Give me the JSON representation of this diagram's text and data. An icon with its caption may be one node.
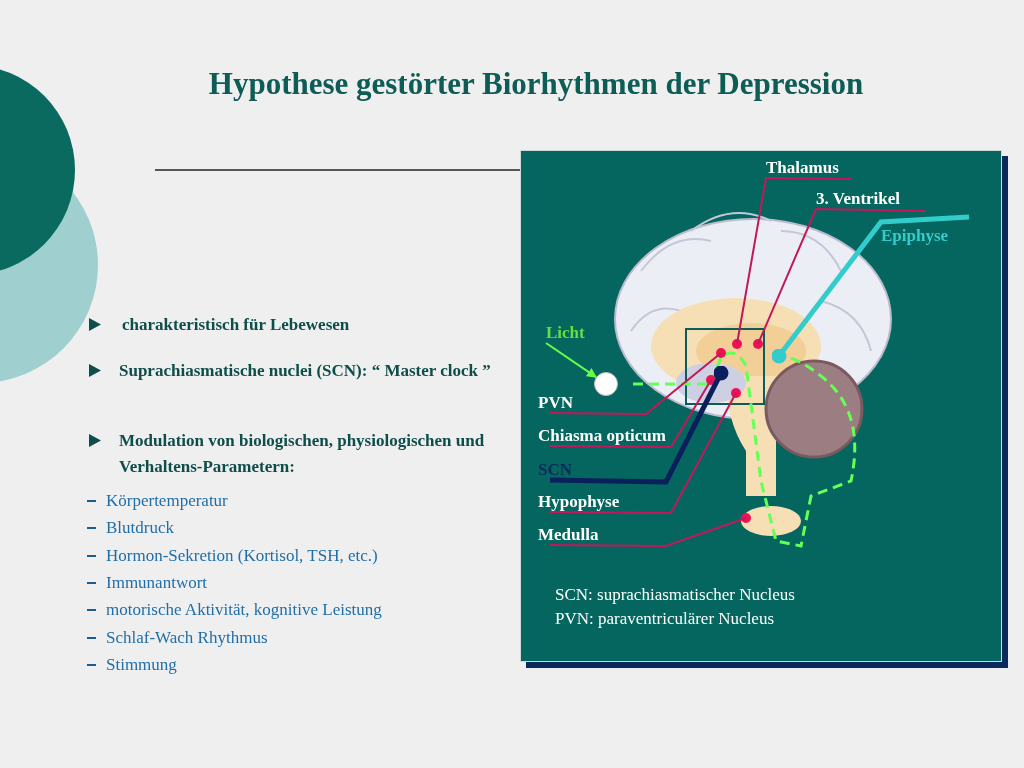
{
  "diagram": {
    "title": "Hypothese gestörter Biorhythmen der Depression",
    "nodes": [
      {
        "text": [
          "Thalamus"
        ]
      },
      {
        "text": [
          "3. Ventrikel"
        ]
      },
      {
        "text": [
          "Epiphyse"
        ]
      },
      {
        "text": [
          "Licht"
        ]
      },
      {
        "text": [
          "PVN"
        ]
      },
      {
        "text": [
          "Chiasma opticum"
        ]
      },
      {
        "text": [
          "SCN"
        ]
      },
      {
        "text": [
          "Hypophyse"
        ]
      },
      {
        "text": [
          "Medulla"
        ]
      },
      {
        "text": [],
        "shape": "circle"
      }
    ],
    "edges": [
      {
        "from": 0,
        "to": null,
        "arrow": "none"
      },
      {
        "from": 1,
        "to": null,
        "arrow": "none"
      },
      {
        "from": 2,
        "to": null,
        "arrow": "other",
        "style": "thick",
        "color": "#33cccc"
      },
      {
        "from": 3,
        "to": 9,
        "arrow": "to",
        "color": "#66ff44"
      },
      {
        "from": 4,
        "to": null,
        "arrow": "none"
      },
      {
        "from": 5,
        "to": null,
        "arrow": "none"
      },
      {
        "from": 6,
        "to": null,
        "arrow": "other",
        "style": "thick",
        "color": "#0a1f5c"
      },
      {
        "from": 7,
        "to": null,
        "arrow": "none"
      },
      {
        "from": 8,
        "to": null,
        "arrow": "none"
      }
    ],
    "labels": [
      "charakteristisch für Lebewesen",
      "Suprachiasmatische nuclei (SCN): “ Master clock ”",
      "Modulation von biologischen, physiologischen und Verhaltens-Parametern:",
      "Körpertemperatur",
      "Blutdruck",
      "Hormon-Sekretion (Kortisol, TSH, etc.)",
      "Immunantwort",
      "motorische Aktivität, kognitive Leistung",
      "Schlaf-Wach Rhythmus",
      "Stimmung",
      "SCN: suprachiasmatischer Nucleus",
      "PVN: paraventriculärer Nucleus"
    ]
  }
}
